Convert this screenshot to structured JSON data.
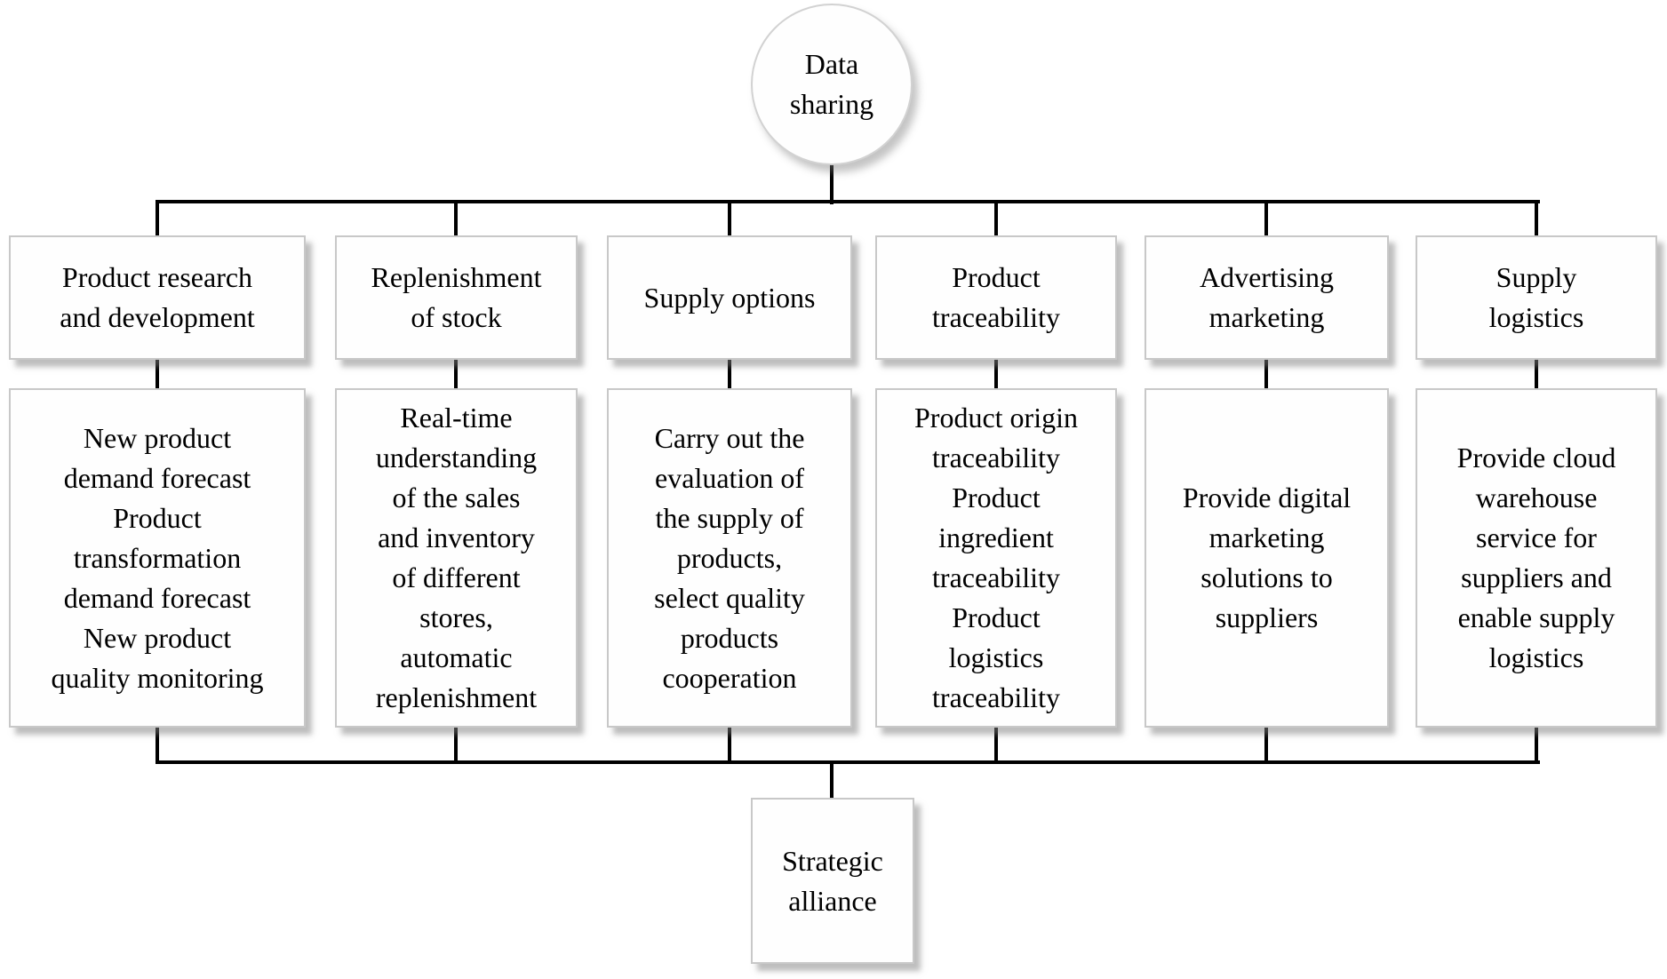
{
  "root": {
    "label": "Data\nsharing"
  },
  "columns": [
    {
      "header": "Product research\nand development",
      "detail": "New product\ndemand forecast\nProduct\ntransformation\ndemand forecast\nNew product\nquality monitoring"
    },
    {
      "header": "Replenishment\nof stock",
      "detail": "Real-time\nunderstanding\nof the sales\nand inventory\nof different\nstores,\nautomatic\nreplenishment"
    },
    {
      "header": "Supply options",
      "detail": "Carry out the\nevaluation of\nthe supply of\nproducts,\nselect quality\nproducts\ncooperation"
    },
    {
      "header": "Product\ntraceability",
      "detail": "Product origin\ntraceability\nProduct\ningredient\ntraceability\nProduct\nlogistics\ntraceability"
    },
    {
      "header": "Advertising\nmarketing",
      "detail": "Provide digital\nmarketing\nsolutions to\nsuppliers"
    },
    {
      "header": "Supply\nlogistics",
      "detail": "Provide cloud\nwarehouse\nservice for\nsuppliers and\nenable supply\nlogistics"
    }
  ],
  "footer": {
    "label": "Strategic\nalliance"
  },
  "colors": {
    "line": "#000000",
    "box_border": "#c8c8c8",
    "box_fill": "#fefefe",
    "text": "#000000",
    "background": "#ffffff"
  }
}
